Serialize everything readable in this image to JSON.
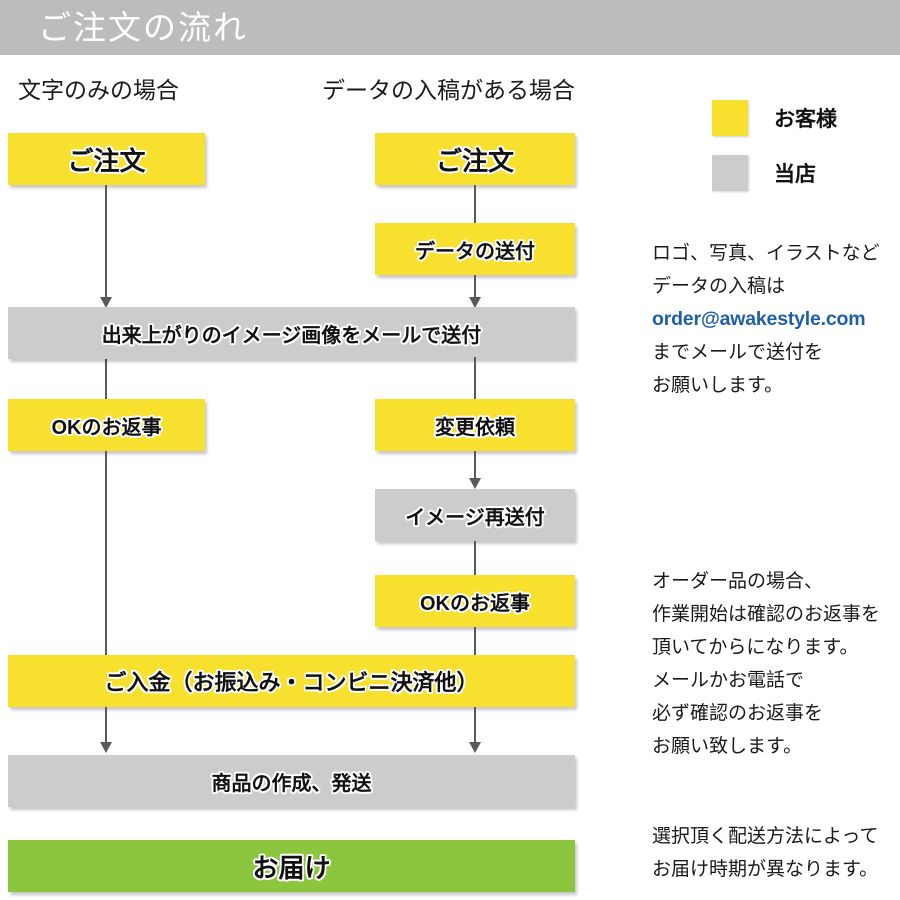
{
  "header": {
    "title": "ご注文の流れ",
    "bar_color": "#bcbcbc",
    "title_color": "#ffffff"
  },
  "columns": {
    "left_caption": "文字のみの場合",
    "right_caption": "データの入稿がある場合"
  },
  "palette": {
    "customer": "#f7e02e",
    "shop": "#cccccc",
    "delivery": "#8cc63e",
    "connector": "#595959",
    "mail_link": "#1f5fa8"
  },
  "legend": {
    "items": [
      {
        "swatch_color": "#f7e02e",
        "label": "お客様"
      },
      {
        "swatch_color": "#cccccc",
        "label": "当店"
      }
    ]
  },
  "flow": {
    "left_column": [
      {
        "label": "ご注文",
        "owner": "customer"
      },
      {
        "label": "OKのお返事",
        "owner": "customer"
      }
    ],
    "right_column": [
      {
        "label": "ご注文",
        "owner": "customer"
      },
      {
        "label": "データの送付",
        "owner": "customer"
      },
      {
        "label": "変更依頼",
        "owner": "customer"
      },
      {
        "label": "イメージ再送付",
        "owner": "shop"
      },
      {
        "label": "OKのお返事",
        "owner": "customer"
      }
    ],
    "shared_steps": [
      {
        "label": "出来上がりのイメージ画像をメールで送付",
        "owner": "shop"
      },
      {
        "label": "ご入金（お振込み・コンビニ決済他）",
        "owner": "customer"
      },
      {
        "label": "商品の作成、発送",
        "owner": "shop"
      },
      {
        "label": "お届け",
        "owner": "delivery"
      }
    ]
  },
  "notes": {
    "data_submission": [
      "ロゴ、写真、イラストなど",
      "データの入稿は",
      "order@awakestyle.com",
      "までメールで送付を",
      "お願いします。"
    ],
    "data_submission_email": "order@awakestyle.com",
    "order_confirmation": [
      "オーダー品の場合、",
      "作業開始は確認のお返事を",
      "頂いてからになります。",
      "メールかお電話で",
      "必ず確認のお返事を",
      "お願い致します。"
    ],
    "shipping": [
      "選択頂く配送方法によって",
      "お届け時期が異なります。"
    ]
  }
}
